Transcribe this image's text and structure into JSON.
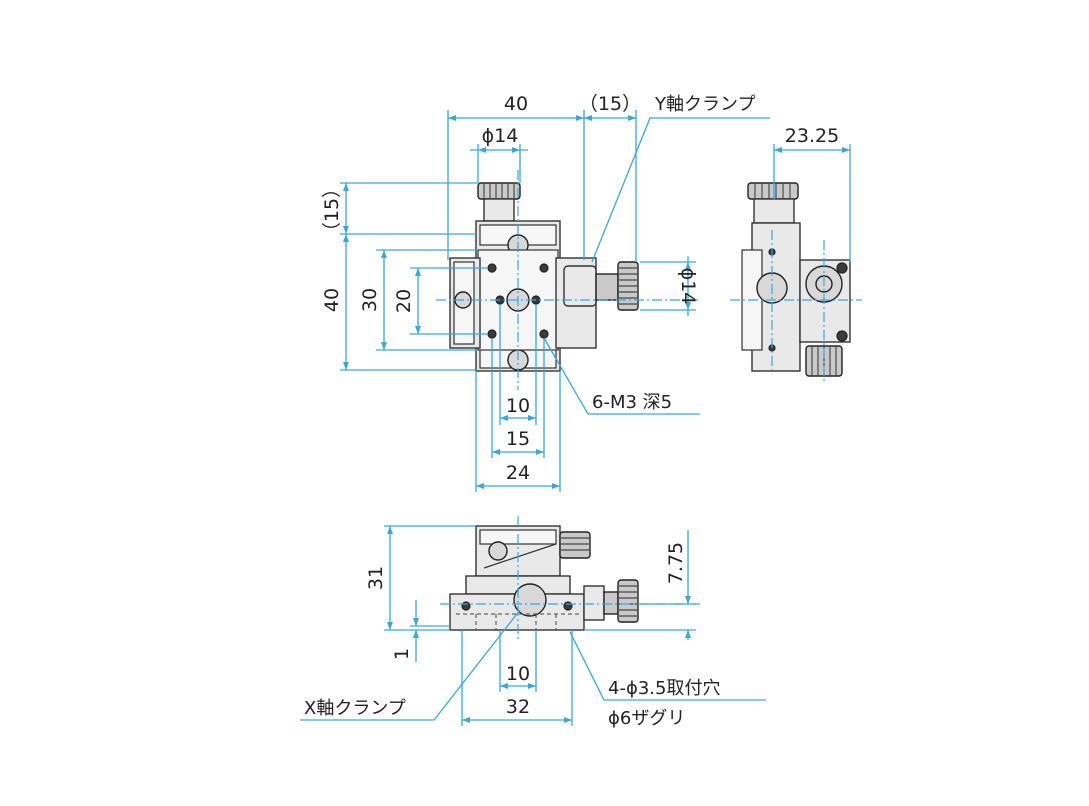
{
  "top_view": {
    "dim_width_40": "40",
    "dim_15_paren": "（15）",
    "dim_phi14_top": "ϕ14",
    "dim_15_paren_left": "（15）",
    "dim_40_left": "40",
    "dim_30_left": "30",
    "dim_20_left": "20",
    "dim_phi14_right": "ϕ14",
    "dim_10": "10",
    "dim_15": "15",
    "dim_24": "24",
    "label_y_clamp": "Y軸クランプ",
    "label_tapped_holes": "6-M3 深5"
  },
  "side_view": {
    "dim_23_25": "23.25"
  },
  "front_view": {
    "dim_31": "31",
    "dim_1": "1",
    "dim_7_75": "7.75",
    "dim_10": "10",
    "dim_32": "32",
    "label_x_clamp": "X軸クランプ",
    "label_mount_holes": "4-ϕ3.5取付穴",
    "label_counterbore": "ϕ6ザグリ"
  },
  "colors": {
    "dimension_line": "#3aa6dd",
    "part_outline": "#333333",
    "part_fill": "#e9e9e9"
  }
}
